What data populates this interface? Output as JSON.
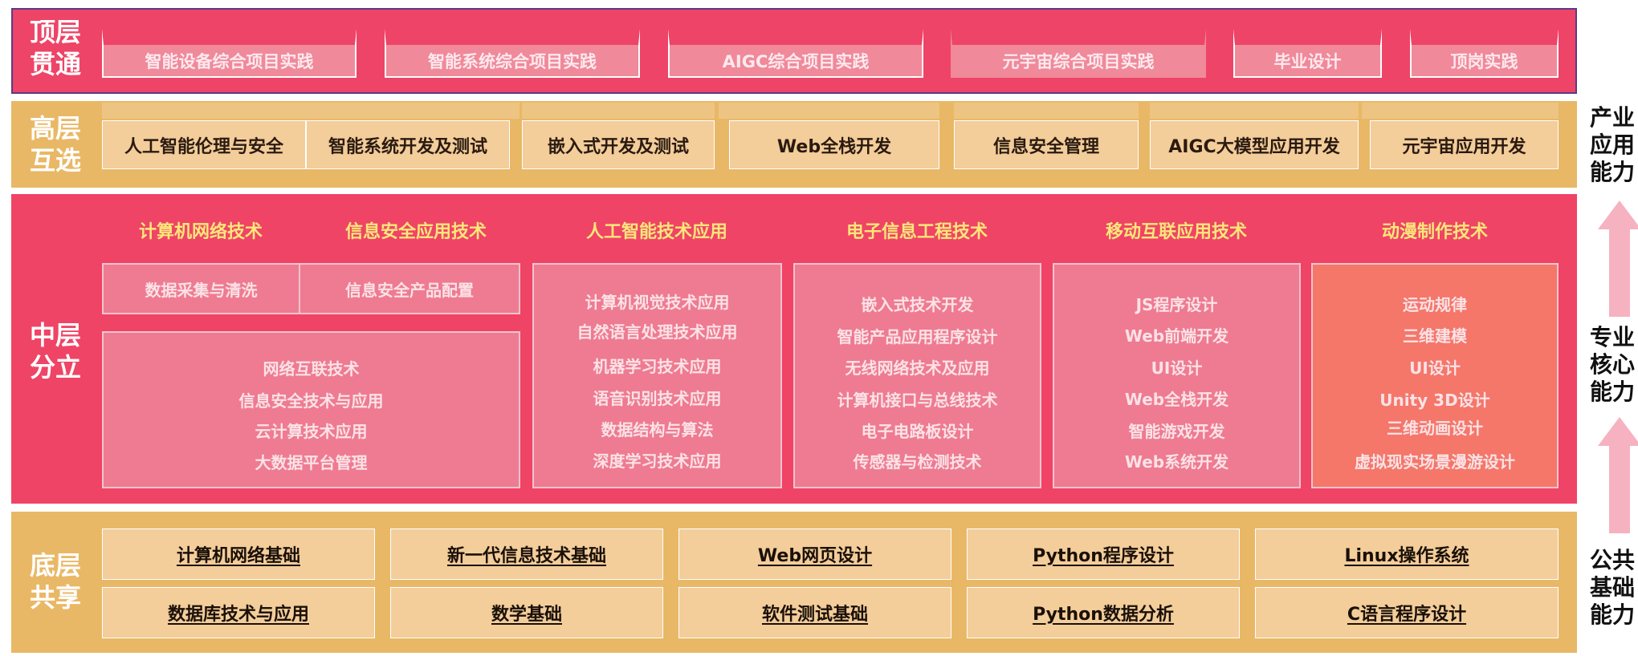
{
  "top_layer": {
    "label": "顶层\n贯通",
    "items": [
      "智能设备综合项目实践",
      "智能系统综合项目实践",
      "AIGC综合项目实践",
      "元宇宙综合项目实践",
      "毕业设计",
      "顶岗实践"
    ]
  },
  "high_layer": {
    "label": "高层\n互选",
    "items": [
      "人工智能伦理与安全",
      "智能系统开发及测试",
      "嵌入式开发及测试",
      "Web全栈开发",
      "信息安全管理",
      "AIGC大模型应用开发",
      "元宇宙应用开发"
    ]
  },
  "mid_layer": {
    "label": "中层\n分立",
    "titles": [
      "计算机网络技术",
      "信息安全应用技术",
      "人工智能技术应用",
      "电子信息工程技术",
      "移动互联应用技术",
      "动漫制作技术"
    ],
    "small_boxes": [
      "数据采集与清洗",
      "信息安全产品配置"
    ],
    "network_box": [
      "网络互联技术",
      "信息安全技术与应用",
      "云计算技术应用",
      "大数据平台管理"
    ],
    "ai_box": [
      "计算机视觉技术应用",
      "自然语言处理技术应用",
      "机器学习技术应用",
      "语音识别技术应用",
      "数据结构与算法",
      "深度学习技术应用"
    ],
    "ee_box": [
      "嵌入式技术开发",
      "智能产品应用程序设计",
      "无线网络技术及应用",
      "计算机接口与总线技术",
      "电子电路板设计",
      "传感器与检测技术"
    ],
    "mobile_box": [
      "JS程序设计",
      "Web前端开发",
      "UI设计",
      "Web全栈开发",
      "智能游戏开发",
      "Web系统开发"
    ],
    "anim_box": [
      "运动规律",
      "三维建模",
      "UI设计",
      "Unity 3D设计",
      "三维动画设计",
      "虚拟现实场景漫游设计"
    ]
  },
  "base_layer": {
    "label": "底层\n共享",
    "row1": [
      "计算机网络基础",
      "新一代信息技术基础",
      "Web网页设计",
      "Python程序设计",
      "Linux操作系统"
    ],
    "row2": [
      "数据库技术与应用",
      "数学基础",
      "软件测试基础",
      "Python数据分析",
      "C语言程序设计"
    ]
  },
  "capabilities": {
    "industry": "产业\n应用\n能力",
    "core": "专业\n核心\n能力",
    "public": "公共\n基础\n能力"
  },
  "colors": {
    "red": "#ee4467",
    "gold": "#e9b866",
    "light_gold": "#f3cd9a",
    "pink_box": "#ee7b91",
    "orange_box": "#f4776a",
    "title_yellow": "#fbe77a",
    "arrow_pink": "#f6b2c0"
  }
}
